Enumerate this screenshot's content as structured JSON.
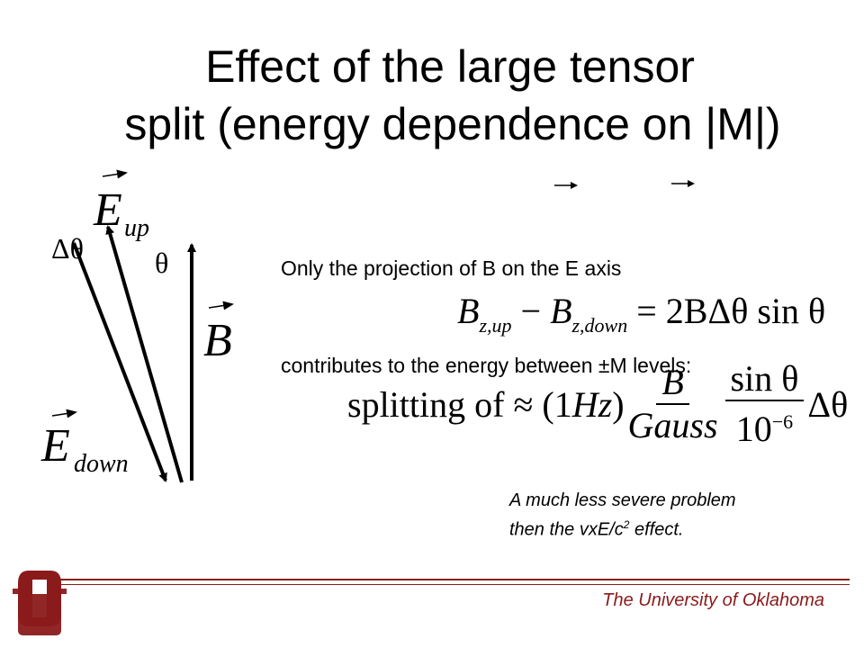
{
  "slide": {
    "title_line1": "Effect of the large tensor",
    "title_line2": "split (energy dependence on |M|)",
    "body_line1": "Only the projection of B on the E axis",
    "body_line2": "contributes to the energy between ±M levels:",
    "note_line1": "A much less severe problem",
    "note_line2_pre": "then the vxE/c",
    "note_line2_sup": "2",
    "note_line2_post": " effect.",
    "footer": "The University of Oklahoma"
  },
  "diagram": {
    "vector_e_up": "E",
    "vector_e_up_sub": "up",
    "vector_e_down": "E",
    "vector_e_down_sub": "down",
    "vector_b": "B",
    "angle_delta_theta": "Δθ",
    "angle_theta": "θ"
  },
  "equations": {
    "eq1_b1": "B",
    "eq1_sub1": "z,up",
    "eq1_minus": " − ",
    "eq1_b2": "B",
    "eq1_sub2": "z,down",
    "eq1_rhs": " = 2BΔθ sin θ",
    "eq2_prefix": "splitting of ≈ (1",
    "eq2_hz": "Hz",
    "eq2_close": ")",
    "eq2_frac1_num": "B",
    "eq2_frac1_den": "Gauss",
    "eq2_frac2_num": "sin θ",
    "eq2_frac2_den": "10",
    "eq2_frac2_den_exp": "−6",
    "eq2_suffix": "Δθ"
  },
  "colors": {
    "brand": "#8b1a1a"
  }
}
